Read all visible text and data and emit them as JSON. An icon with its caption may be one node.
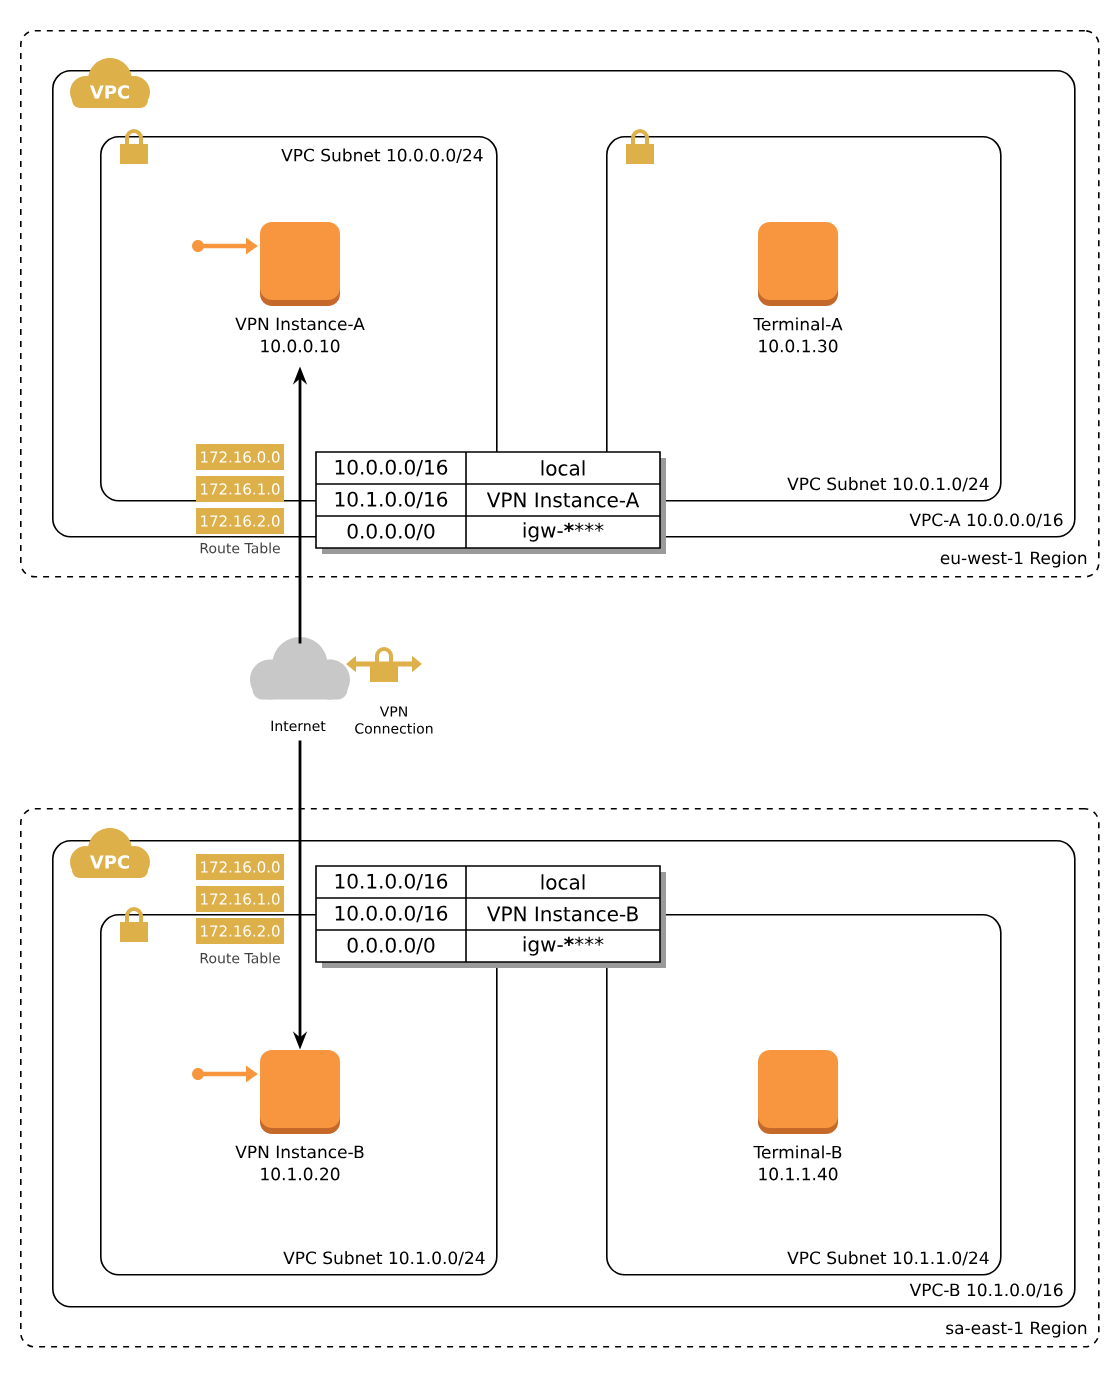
{
  "diagram": {
    "nodes": [
      {
        "text": [
          "eu-west-1 Region"
        ]
      },
      {
        "text": [
          "VPC",
          "VPC-A 10.0.0.0/16"
        ],
        "in": 0
      },
      {
        "text": [
          "VPC Subnet 10.0.0.0/24"
        ],
        "in": 1
      },
      {
        "text": [
          "VPN Instance-A",
          "10.0.0.10"
        ],
        "in": 2
      },
      {
        "text": [
          "VPC Subnet 10.0.1.0/24"
        ],
        "in": 1
      },
      {
        "text": [
          "Terminal-A",
          "10.0.1.30"
        ],
        "in": 4
      },
      {
        "text": [
          "172.16.0.0",
          "172.16.1.0",
          "172.16.2.0",
          "Route Table"
        ],
        "in": 0
      },
      {
        "text": [
          "Internet"
        ]
      },
      {
        "text": [
          "VPN Connection"
        ]
      },
      {
        "text": [
          "sa-east-1 Region"
        ]
      },
      {
        "text": [
          "VPC",
          "VPC-B 10.1.0.0/16"
        ],
        "in": 9
      },
      {
        "text": [
          "VPC Subnet 10.1.0.0/24"
        ],
        "in": 10
      },
      {
        "text": [
          "VPN Instance-B",
          "10.1.0.20"
        ],
        "in": 11
      },
      {
        "text": [
          "VPC Subnet 10.1.1.0/24"
        ],
        "in": 10
      },
      {
        "text": [
          "Terminal-B",
          "10.1.1.40"
        ],
        "in": 13
      },
      {
        "text": [
          "172.16.0.0",
          "172.16.1.0",
          "172.16.2.0",
          "Route Table"
        ],
        "in": 10
      }
    ],
    "edges": [
      {
        "from": 7,
        "to": 3,
        "arrow": "to"
      },
      {
        "from": 7,
        "to": 12,
        "arrow": "to"
      }
    ],
    "labels": [
      "10.0.0.0/16",
      "local",
      "10.1.0.0/16",
      "VPN Instance-A",
      "0.0.0.0/0",
      "igw-********",
      "10.1.0.0/16",
      "local",
      "10.0.0.0/16",
      "VPN Instance-B",
      "0.0.0.0/0",
      "igw-********"
    ]
  }
}
